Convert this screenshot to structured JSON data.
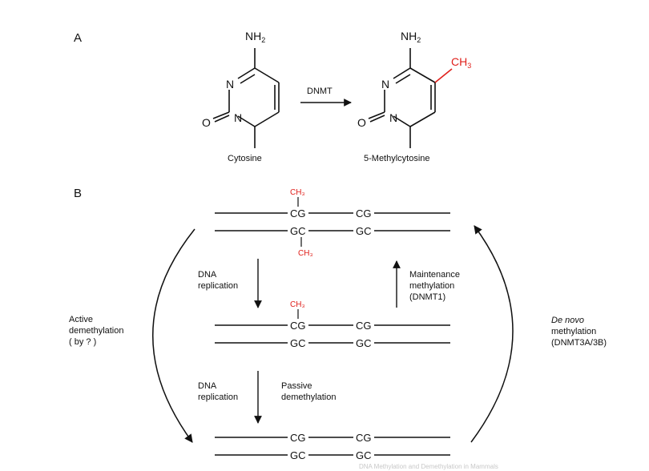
{
  "panel_a": {
    "label": "A",
    "enzyme": "DNMT",
    "molecule_left": {
      "name": "Cytosine",
      "top_group": "NH",
      "top_group_sub": "2",
      "ring_n": "N",
      "ring_n1": "N",
      "carbonyl_o": "O"
    },
    "molecule_right": {
      "name": "5-Methylcytosine",
      "top_group": "NH",
      "top_group_sub": "2",
      "ring_n": "N",
      "ring_n1": "N",
      "carbonyl_o": "O",
      "methyl": "CH",
      "methyl_sub": "3"
    }
  },
  "panel_b": {
    "label": "B",
    "methyl_group": "CH₃",
    "strand_top": [
      "CG",
      "CG"
    ],
    "strand_bottom": [
      "GC",
      "GC"
    ],
    "steps": {
      "replication_1": [
        "DNA",
        "replication"
      ],
      "replication_2": [
        "DNA",
        "replication"
      ],
      "maintenance": [
        "Maintenance",
        "methylation",
        "(DNMT1)"
      ],
      "passive": [
        "Passive",
        "demethylation"
      ],
      "active": [
        "Active",
        "demethylation",
        "( by ? )"
      ],
      "de_novo": [
        "De novo",
        "methylation",
        "(DNMT3A/3B)"
      ]
    }
  },
  "watermark": "DNA Methylation and Demethylation in Mammals",
  "colors": {
    "methyl": "#e0201b",
    "line": "#111111",
    "watermark": "#c8c8c8"
  }
}
